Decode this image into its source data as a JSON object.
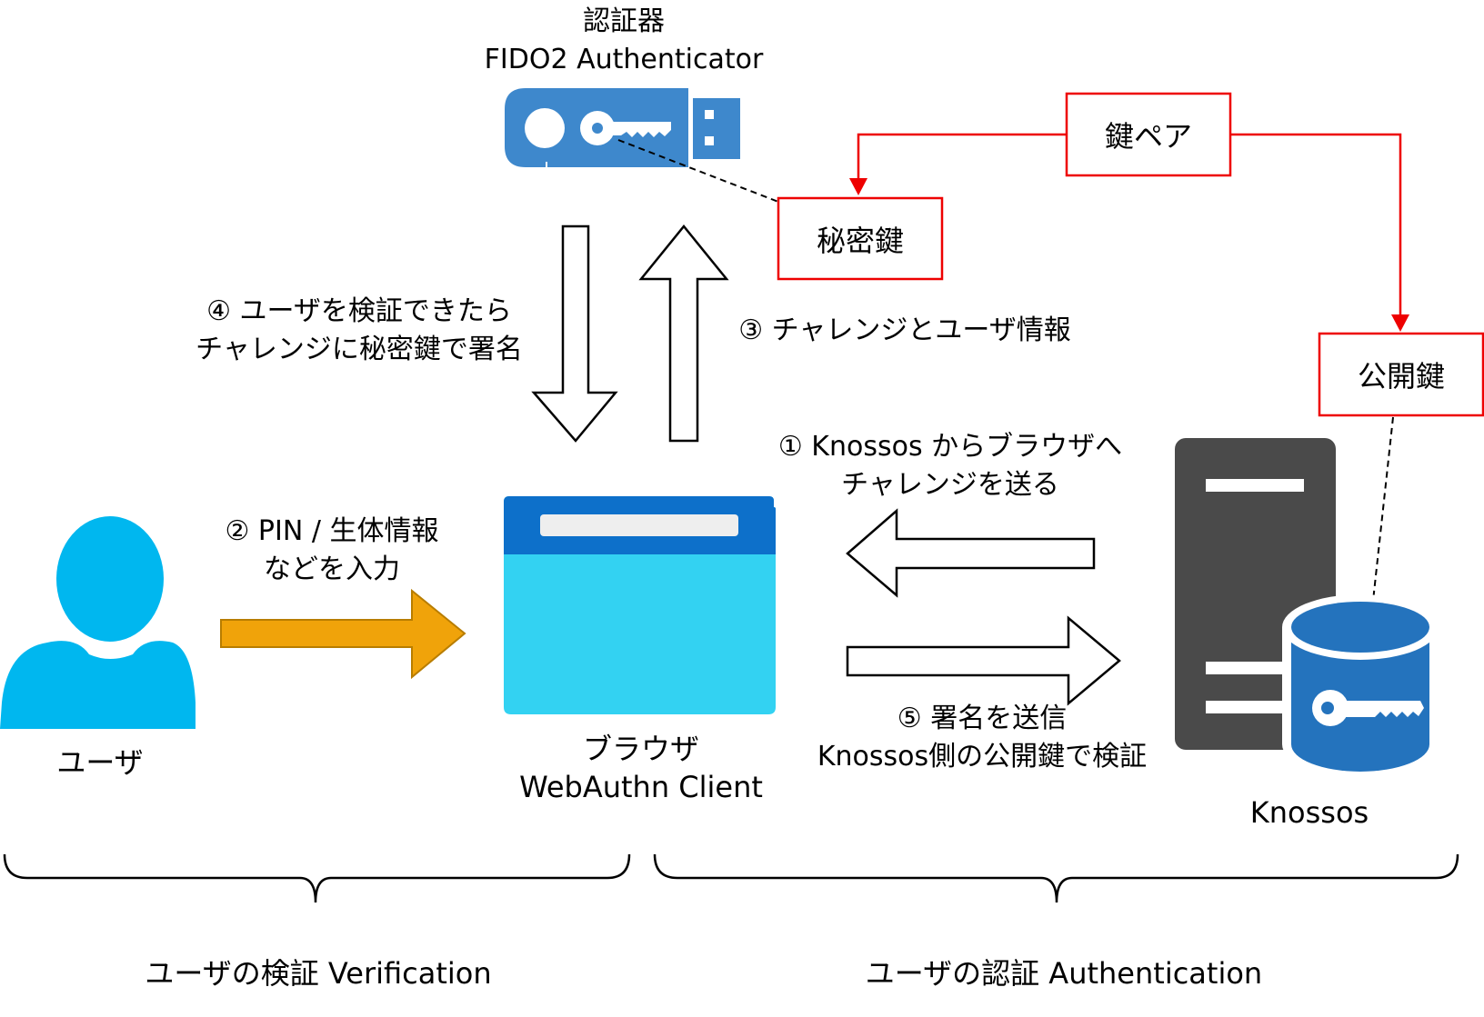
{
  "authenticator": {
    "line1": "認証器",
    "line2": "FIDO2 Authenticator"
  },
  "key_pair": {
    "label": "鍵ペア"
  },
  "private_key": {
    "label": "秘密鍵"
  },
  "public_key": {
    "label": "公開鍵"
  },
  "user": {
    "label": "ユーザ"
  },
  "browser": {
    "line1": "ブラウザ",
    "line2": "WebAuthn Client"
  },
  "server": {
    "label": "Knossos"
  },
  "steps": {
    "step1": {
      "line1": "① Knossos からブラウザへ",
      "line2": "チャレンジを送る"
    },
    "step2": {
      "line1": "② PIN / 生体情報",
      "line2": "などを入力"
    },
    "step3": {
      "line1": "③ チャレンジとユーザ情報"
    },
    "step4": {
      "line1": "④ ユーザを検証できたら",
      "line2": "チャレンジに秘密鍵で署名"
    },
    "step5": {
      "line1": "⑤ 署名を送信",
      "line2": "Knossos側の公開鍵で検証"
    }
  },
  "sections": {
    "verification": "ユーザの検証 Verification",
    "authentication": "ユーザの認証 Authentication"
  },
  "colors": {
    "red": "#ee0000",
    "usb_blue": "#3e88cc",
    "person": "#00b7ef",
    "browser_dark": "#0d70ca",
    "browser_light": "#33d2f2",
    "server_gray": "#4a4a4a",
    "db_blue": "#2473bd",
    "orange": "#f0a30a"
  }
}
